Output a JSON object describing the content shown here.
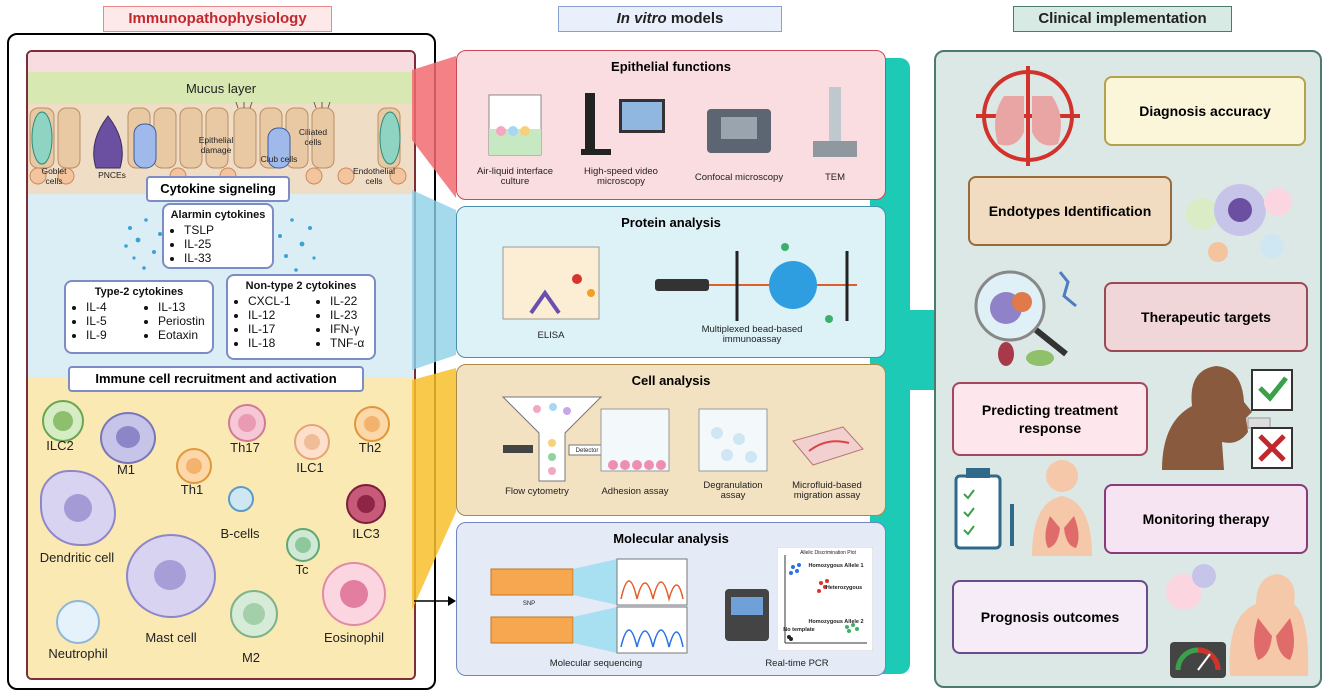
{
  "headers": {
    "immuno": "Immunopathophysiology",
    "invitro_italic": "In vitro",
    "invitro_rest": " models",
    "clinical": "Clinical implementation"
  },
  "immuno": {
    "mucus": "Mucus layer",
    "epithelium_labels": [
      "Goblet cells",
      "PNCEs",
      "Epithelial damage",
      "Club cells",
      "Ciliated cells",
      "Endothelial cells"
    ],
    "cytokine_signaling": "Cytokine signeling",
    "alarmin": {
      "title": "Alarmin cytokines",
      "items": [
        "TSLP",
        "IL-25",
        "IL-33"
      ]
    },
    "type2": {
      "title": "Type-2 cytokines",
      "col1": [
        "IL-4",
        "IL-5",
        "IL-9"
      ],
      "col2": [
        "IL-13",
        "Periostin",
        "Eotaxin"
      ]
    },
    "nontype2": {
      "title": "Non-type 2 cytokines",
      "col1": [
        "CXCL-1",
        "IL-12",
        "IL-17",
        "IL-18"
      ],
      "col2": [
        "IL-22",
        "IL-23",
        "IFN-γ",
        "TNF-α"
      ]
    },
    "recruitment": "Immune cell recruitment and activation",
    "cells": [
      "ILC2",
      "M1",
      "Th1",
      "Th17",
      "ILC1",
      "Th2",
      "B-cells",
      "Dendritic cell",
      "Tc",
      "ILC3",
      "Mast cell",
      "Neutrophil",
      "M2",
      "Eosinophil"
    ]
  },
  "invitro": {
    "epithelial": {
      "title": "Epithelial functions",
      "items": [
        "Air-liquid interface culture",
        "High-speed video microscopy",
        "Confocal microscopy",
        "TEM"
      ]
    },
    "protein": {
      "title": "Protein analysis",
      "items": [
        "ELISA",
        "Multiplexed bead-based immunoassay"
      ]
    },
    "cell": {
      "title": "Cell analysis",
      "items": [
        "Flow cytometry",
        "Adhesion assay",
        "Degranulation assay",
        "Microfluid-based migration assay"
      ],
      "detector": "Detector"
    },
    "molecular": {
      "title": "Molecular analysis",
      "items": [
        "Molecular sequencing",
        "Real-time PCR"
      ],
      "snp": "SNP",
      "plot_title": "Allelic Discrimination Plot",
      "plot_labels": [
        "Homozygous Allele 1",
        "Heterozygous",
        "Homozygous Allele 2",
        "No template"
      ]
    }
  },
  "clinical": {
    "items": [
      "Diagnosis accuracy",
      "Endotypes Identification",
      "Therapeutic targets",
      "Predicting treatment response",
      "Monitoring therapy",
      "Prognosis outcomes"
    ]
  },
  "colors": {
    "pink": "#f8dde0",
    "yellow_box": "#fbf6d9",
    "tan": "#f1dcc1",
    "rose": "#f1d6d9",
    "lilac": "#f6e4f2",
    "clinical_bg": "#dce8e6",
    "teal": "#1ccab5",
    "epi_bg": "#fadde1",
    "protein_bg": "#ddf2f7",
    "cell_bg": "#f2e2c2",
    "mol_bg": "#e4ebf7"
  }
}
